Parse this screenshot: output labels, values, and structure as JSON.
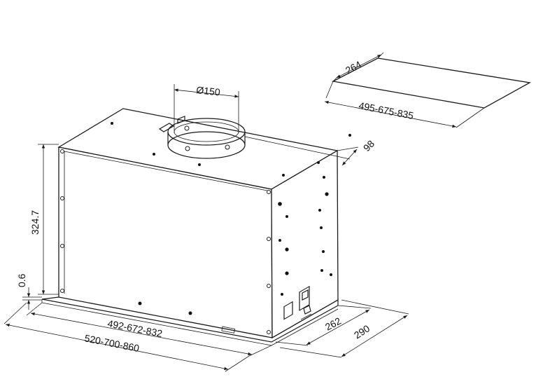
{
  "dimensions": {
    "duct_diameter": "Ø150",
    "panel_depth": "264",
    "panel_width": "495-675-835",
    "duct_offset": "98",
    "height": "324.7",
    "bottom_gap": "0.6",
    "inner_width": "492-672-832",
    "outer_width": "520-700-860",
    "inner_depth": "262",
    "outer_depth": "290"
  },
  "colors": {
    "line": "#1a1a1a",
    "background": "#ffffff"
  }
}
